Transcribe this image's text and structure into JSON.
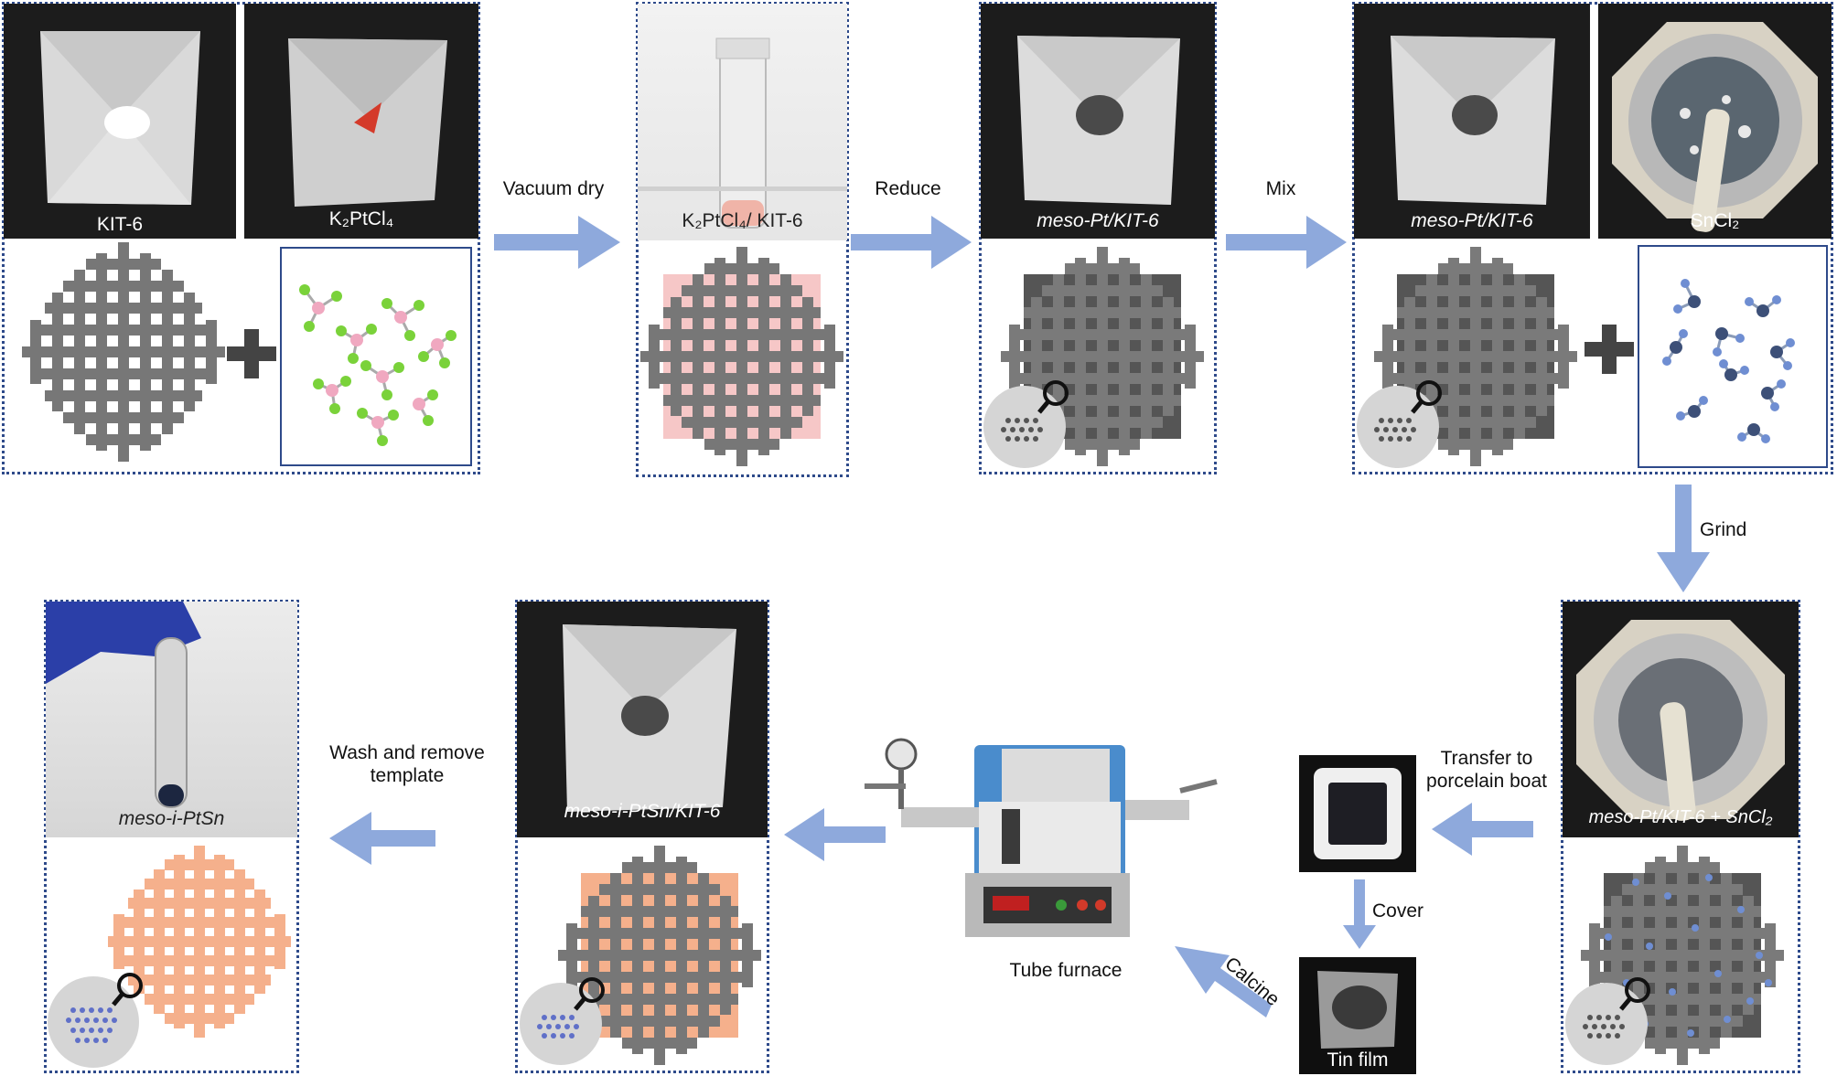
{
  "materials": {
    "kit6": "KIT-6",
    "k2ptcl4": "K₂PtCl₄",
    "k2ptcl4_kit6": "K₂PtCl₄/ KIT-6",
    "meso_pt_kit6": "meso-Pt/KIT-6",
    "sncl2": "SnCl₂",
    "meso_pt_kit6_sncl2": "meso-Pt/KIT-6 + SnCl₂",
    "tin_film": "Tin film",
    "tube_furnace": "Tube furnace",
    "meso_i_ptsn_kit6": "meso-i-PtSn/KIT-6",
    "meso_i_ptsn": "meso-i-PtSn"
  },
  "steps": {
    "vacuum_dry": "Vacuum dry",
    "reduce": "Reduce",
    "mix": "Mix",
    "grind": "Grind",
    "transfer_line1": "Transfer to",
    "transfer_line2": "porcelain boat",
    "cover": "Cover",
    "calcine": "Calcine",
    "wash_line1": "Wash and remove",
    "wash_line2": "template"
  },
  "colors": {
    "arrow": "#8ea9dc",
    "frame": "#2e4a8a",
    "grid_gray": "#777777",
    "pore_dark": "#555555",
    "pink_fill": "#f6c7c7",
    "orange_fill": "#f5b08c",
    "sn_atoms": "#6f8ed2"
  }
}
